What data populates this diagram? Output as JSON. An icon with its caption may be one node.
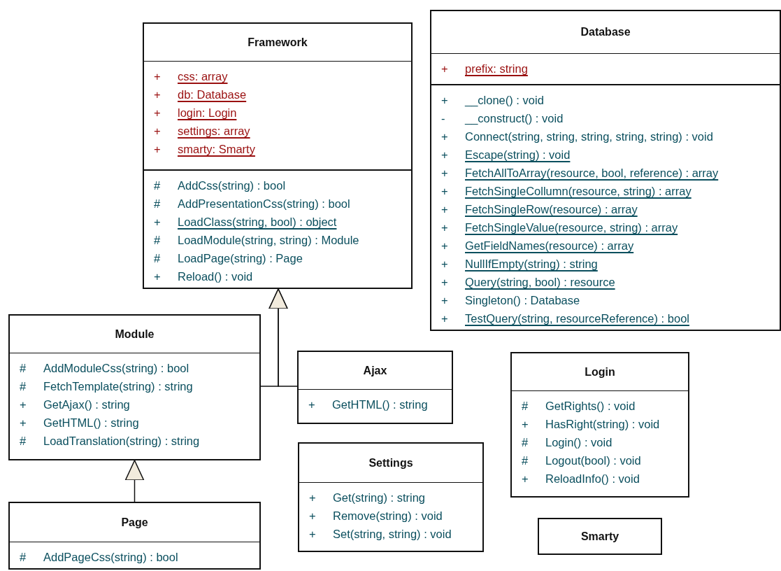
{
  "diagram": {
    "nodes": [
      {
        "text": [
          "Framework",
          "+ css: array",
          "+ db: Database",
          "+ login: Login",
          "+ settings: array",
          "+ smarty: Smarty",
          "# AddCss(string) : bool",
          "# AddPresentationCss(string) : bool",
          "+ LoadClass(string, bool) : object",
          "# LoadModule(string, string) : Module",
          "# LoadPage(string) : Page",
          "+ Reload() : void"
        ]
      },
      {
        "text": [
          "Database",
          "+ prefix: string",
          "+ __clone() : void",
          "- __construct() : void",
          "+ Connect(string, string, string, string, string) : void",
          "+ Escape(string) : void",
          "+ FetchAllToArray(resource, bool, reference) : array",
          "+ FetchSingleCollumn(resource, string) : array",
          "+ FetchSingleRow(resource) : array",
          "+ FetchSingleValue(resource, string) : array",
          "+ GetFieldNames(resource) : array",
          "+ NullIfEmpty(string) : string",
          "+ Query(string, bool) : resource",
          "+ Singleton() : Database",
          "+ TestQuery(string, resourceReference) : bool"
        ]
      },
      {
        "text": [
          "Module",
          "# AddModuleCss(string) : bool",
          "# FetchTemplate(string) : string",
          "+ GetAjax() : string",
          "+ GetHTML() : string",
          "# LoadTranslation(string) : string"
        ]
      },
      {
        "text": [
          "Ajax",
          "+ GetHTML() : string"
        ]
      },
      {
        "text": [
          "Login",
          "# GetRights() : void",
          "+ HasRight(string) : void",
          "# Login() : void",
          "# Logout(bool) : void",
          "+ ReloadInfo() : void"
        ]
      },
      {
        "text": [
          "Settings",
          "+ Get(string) : string",
          "+ Remove(string) : void",
          "+ Set(string, string) : void"
        ]
      },
      {
        "text": [
          "Page",
          "# AddPageCss(string) : bool"
        ]
      },
      {
        "text": [
          "Smarty"
        ]
      }
    ],
    "edges": [
      {
        "from": 2,
        "to": 0,
        "arrow": "to"
      },
      {
        "from": 3,
        "to": 0,
        "arrow": "to"
      },
      {
        "from": 6,
        "to": 2,
        "arrow": "to"
      }
    ]
  }
}
